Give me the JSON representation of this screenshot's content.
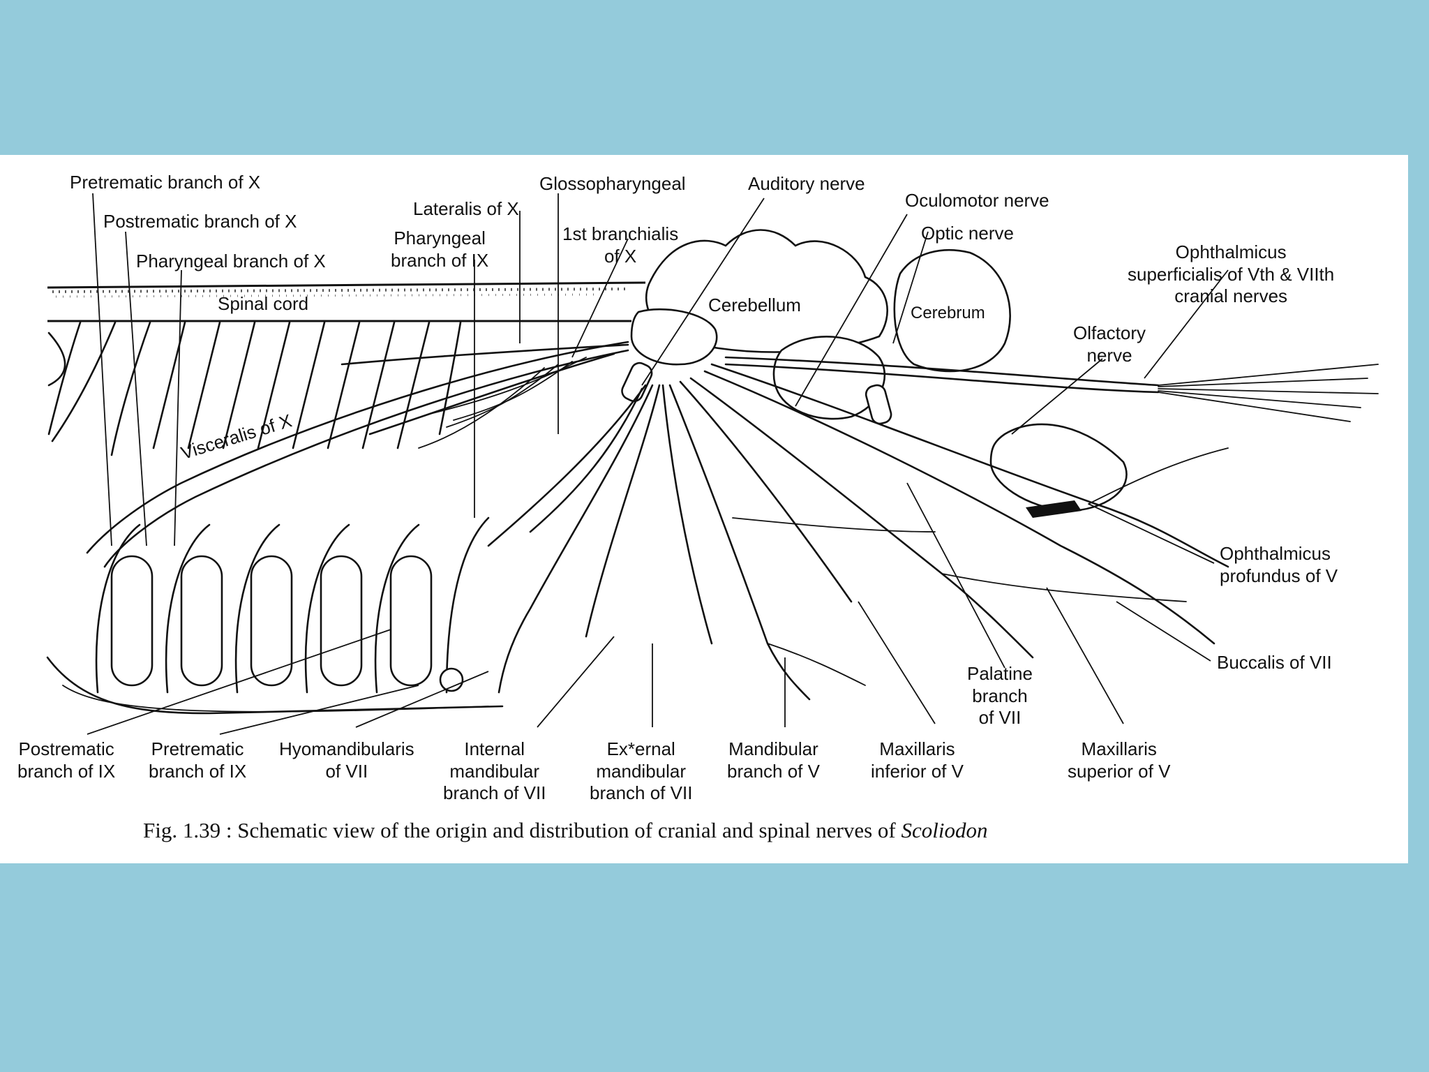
{
  "labels": {
    "pretrematic_x": "Pretrematic branch of X",
    "postrematic_x": "Postrematic branch of X",
    "pharyngeal_x": "Pharyngeal branch of X",
    "pharyngeal_ix": "Pharyngeal\nbranch of IX",
    "lateralis_x": "Lateralis of X",
    "glossopharyngeal": "Glossopharyngeal",
    "auditory": "Auditory nerve",
    "first_branchialis": "1st branchialis\nof X",
    "oculomotor": "Oculomotor nerve",
    "optic": "Optic nerve",
    "ophthalmicus_superficialis": "Ophthalmicus\nsuperficialis of Vth & VIIth\ncranial nerves",
    "spinal_cord": "Spinal cord",
    "cerebellum": "Cerebellum",
    "cerebrum": "Cerebrum",
    "olfactory": "Olfactory\nnerve",
    "visceralis": "Visceralis of X",
    "ophthalmicus_profundus": "Ophthalmicus\nprofundus of V",
    "buccalis": "Buccalis of VII",
    "palatine": "Palatine\nbranch\nof VII",
    "postrematic_ix": "Postrematic\nbranch of IX",
    "pretrematic_ix": "Pretrematic\nbranch of IX",
    "hyomandibularis": "Hyomandibularis\nof VII",
    "internal_mandibular": "Internal\nmandibular\nbranch of VII",
    "external_mandibular": "Ex*ernal\nmandibular\nbranch of VII",
    "mandibular_v": "Mandibular\nbranch of V",
    "maxillaris_inferior": "Maxillaris\ninferior of V",
    "maxillaris_superior": "Maxillaris\nsuperior of V"
  },
  "caption": {
    "text": "Fig. 1.39 : Schematic view of the origin and distribution of cranial and spinal nerves of ",
    "genus": "Scoliodon"
  },
  "colors": {
    "background": "#94cbdb",
    "panel": "#ffffff",
    "ink": "#111111"
  }
}
